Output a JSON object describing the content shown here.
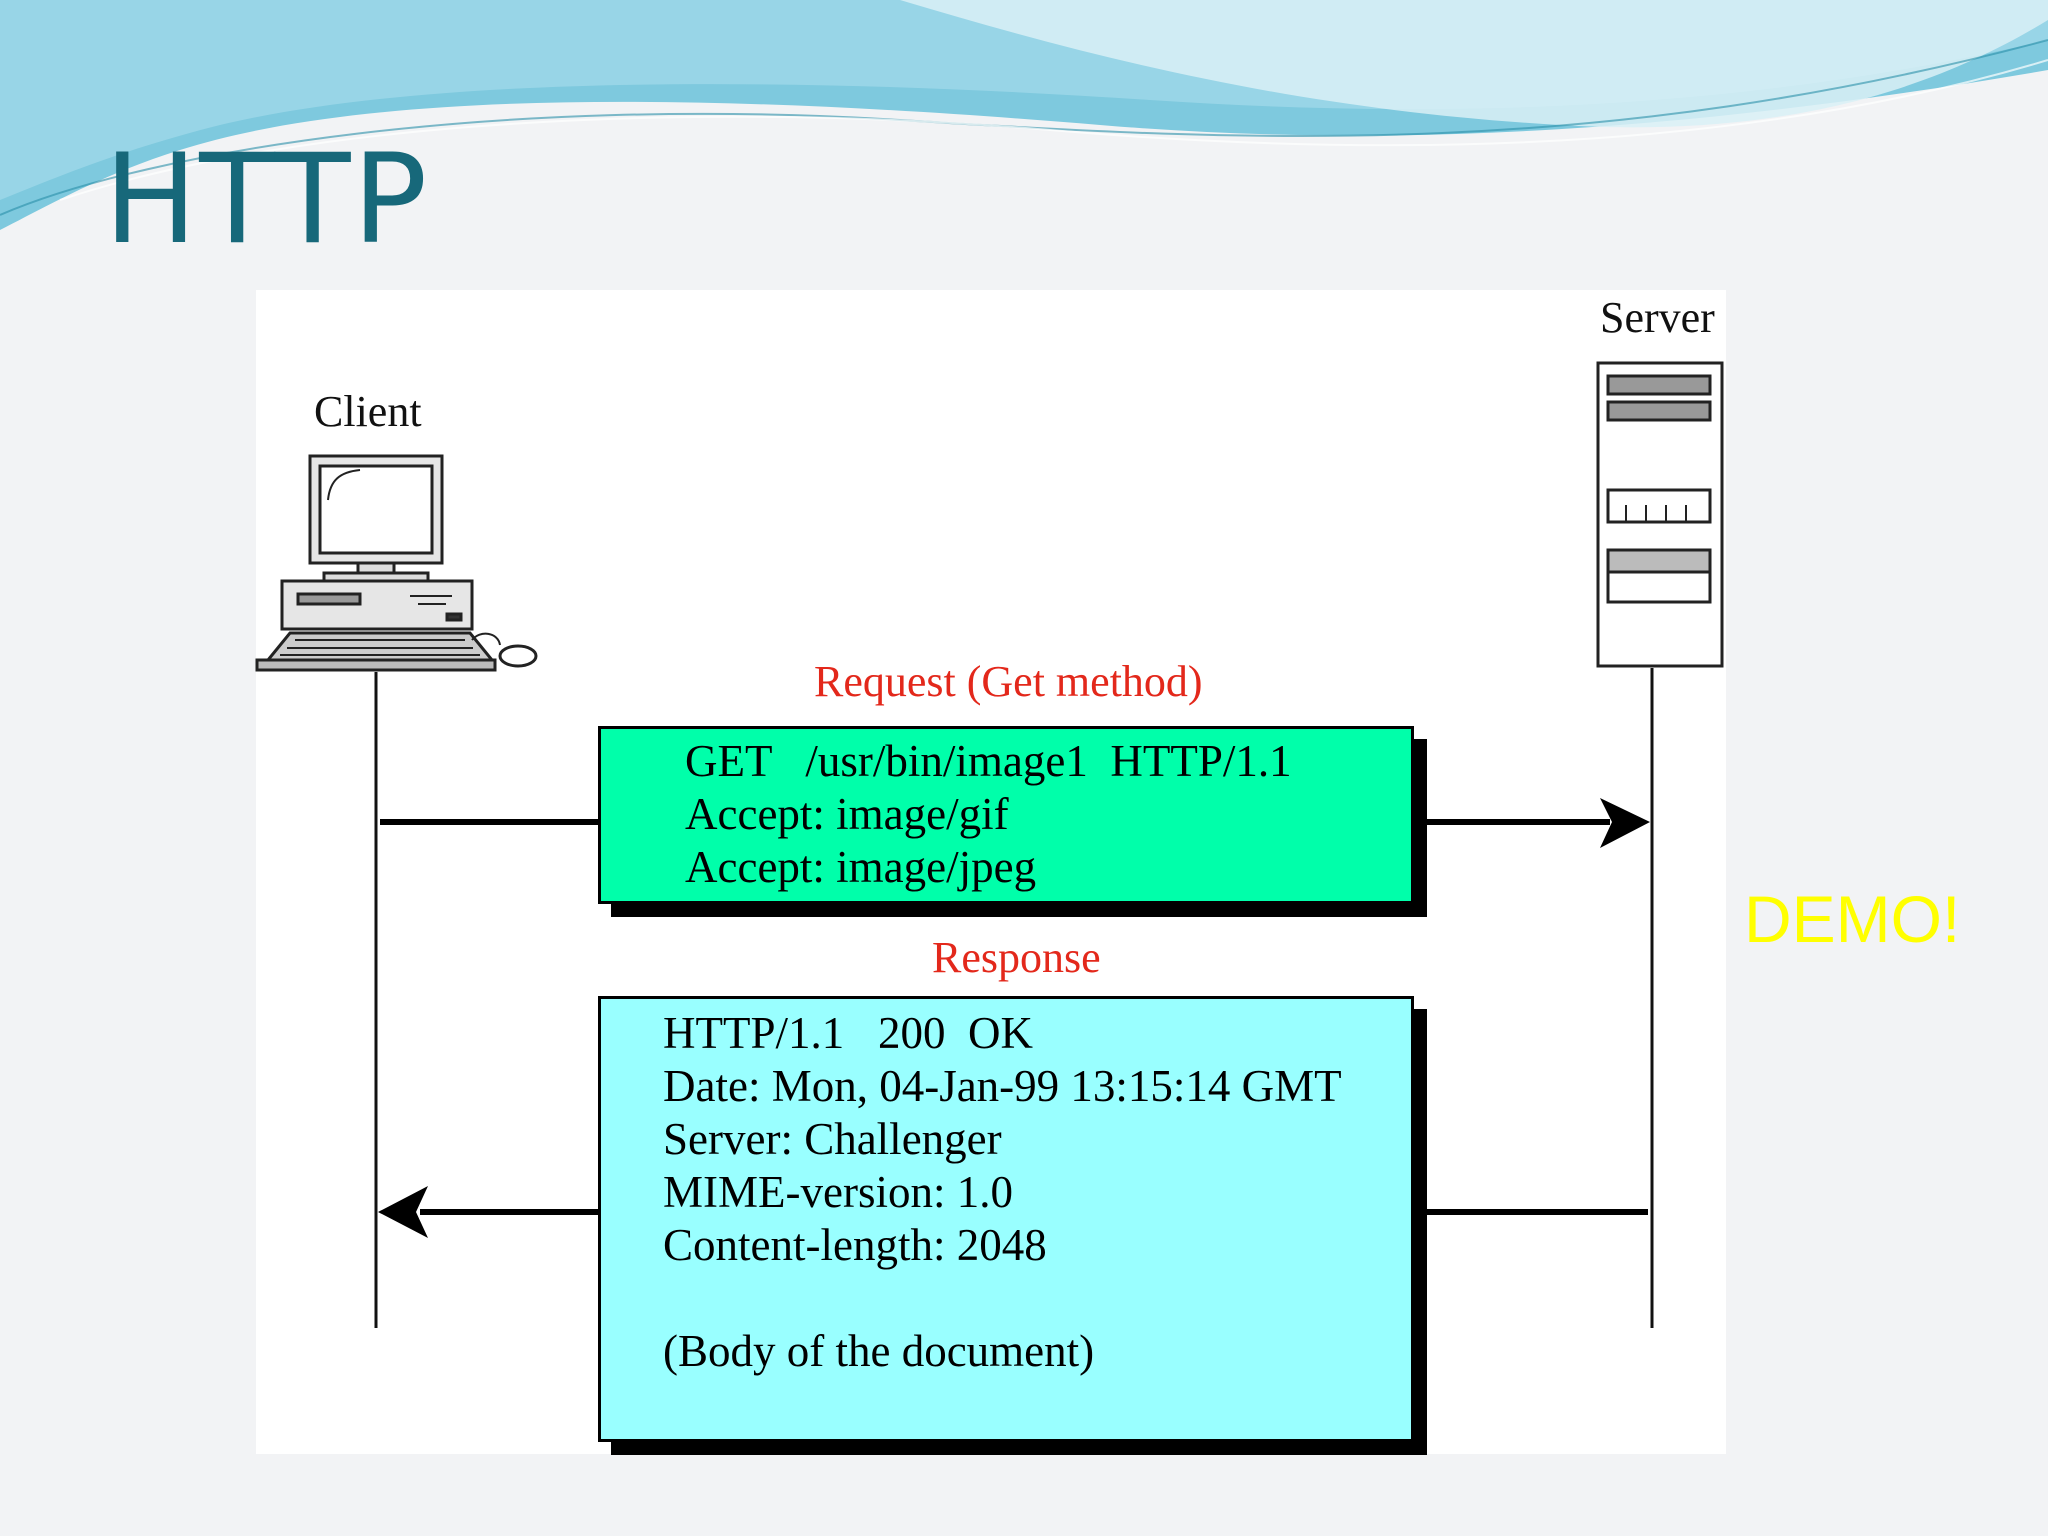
{
  "slide": {
    "title": "HTTP",
    "demo_label": "DEMO!",
    "colors": {
      "title": "#17687a",
      "demo": "#ffff00",
      "label_red": "#e3281b",
      "request_box": "#00ffaa",
      "response_box": "#99ffff"
    }
  },
  "diagram": {
    "client_label": "Client",
    "server_label": "Server",
    "request_label": "Request (Get method)",
    "response_label": "Response",
    "request_lines": [
      "GET   /usr/bin/image1  HTTP/1.1",
      "Accept: image/gif",
      "Accept: image/jpeg"
    ],
    "response_lines": [
      "HTTP/1.1   200  OK",
      "Date: Mon, 04-Jan-99 13:15:14 GMT",
      "Server: Challenger",
      "MIME-version: 1.0",
      "Content-length: 2048",
      "(Body of the document)"
    ]
  }
}
